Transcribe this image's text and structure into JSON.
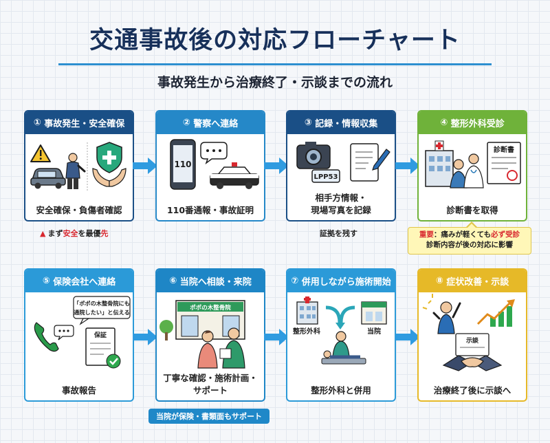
{
  "title": "交通事故後の対応フローチャート",
  "subtitle": "事故発生から治療終了・示談までの流れ",
  "colors": {
    "title": "#17305a",
    "step1": "#1a4f86",
    "step2": "#2588c8",
    "step3": "#1a4f86",
    "step4": "#6fb23a",
    "step5": "#2b9ad8",
    "step6": "#1e86c6",
    "step7": "#2b9ad8",
    "step8": "#e6b928",
    "arrow": "#2f9be0",
    "warning": "#d8282f"
  },
  "steps": [
    {
      "num": "①",
      "header": "事故発生・安全確保",
      "caption": "安全確保・負傷者確認",
      "icons": [
        "warning-icon",
        "crashed-car-icon",
        "injured-person-icon",
        "shield-hands-icon"
      ]
    },
    {
      "num": "②",
      "header": "警察へ連絡",
      "caption": "110番通報・事故証明",
      "phone_text": "110",
      "icons": [
        "phone-icon",
        "speech-bubble-icon",
        "police-car-icon"
      ]
    },
    {
      "num": "③",
      "header": "記録・情報収集",
      "caption_lines": [
        "相手方情報・",
        "現場写真を記録"
      ],
      "plate_text": "LPP53",
      "icons": [
        "camera-icon",
        "license-plate-icon",
        "notepad-pen-icon"
      ]
    },
    {
      "num": "④",
      "header": "整形外科受診",
      "caption": "診断書を取得",
      "doc_title": "診断書",
      "icons": [
        "hospital-icon",
        "doctor-patient-icon",
        "medical-certificate-icon"
      ]
    },
    {
      "num": "⑤",
      "header": "保険会社へ連絡",
      "caption": "事故報告",
      "speech_lines": [
        "「ポポの木整骨院にも",
        "通院したい」と伝える"
      ],
      "doc_title": "保証",
      "icons": [
        "phone-icon",
        "speech-bubble-icon",
        "insurance-document-icon",
        "check-icon"
      ]
    },
    {
      "num": "⑥",
      "header": "当院へ相談・来院",
      "caption_lines": [
        "丁寧な確認・施術計画・",
        "サポート"
      ],
      "clinic_sign": "ポポの木整骨院",
      "icons": [
        "clinic-building-icon",
        "staff-consultation-icon"
      ]
    },
    {
      "num": "⑦",
      "header": "併用しながら施術開始",
      "caption": "整形外科と併用",
      "left_label": "整形外科",
      "right_label": "当院",
      "icons": [
        "hospital-icon",
        "clinic-icon",
        "merge-arrow-icon",
        "treatment-icon"
      ]
    },
    {
      "num": "⑧",
      "header": "症状改善・示談",
      "caption": "治療終了後に示談へ",
      "doc_title": "示談",
      "icons": [
        "celebrating-person-icon",
        "growth-chart-icon",
        "settlement-document-icon",
        "handshake-icon"
      ]
    }
  ],
  "notes": {
    "step1_prefix": "まず",
    "step1_red1": "安全",
    "step1_mid": "を最優",
    "step1_red2": "先",
    "step3": "証拠を残す",
    "step4_red_label": "重要",
    "step4_line1_mid": "：痛みが軽くても",
    "step4_red_emph": "必ず受診",
    "step4_line2": "診断内容が後の対応に影響",
    "step6": "当院が保険・書類面もサポート"
  }
}
